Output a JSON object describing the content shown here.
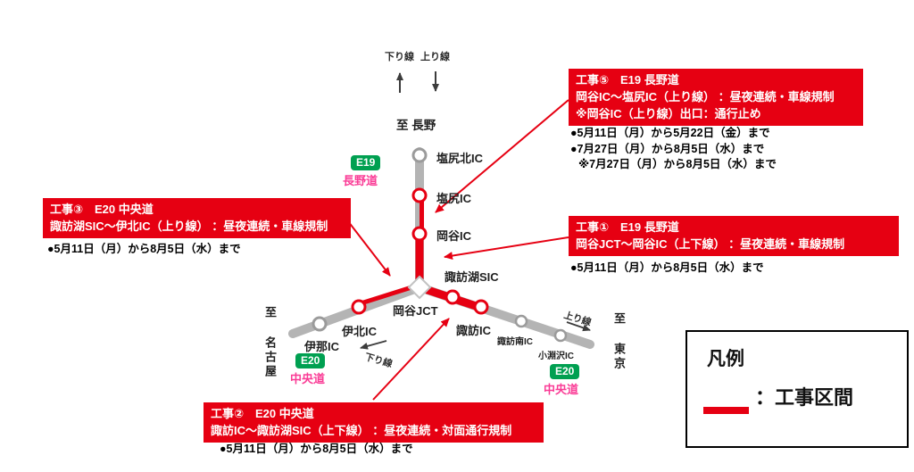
{
  "colors": {
    "construction_red": "#e60012",
    "road_gray": "#b4b4b4",
    "route_badge_green": "#00a051",
    "route_name_pink": "#fa3c96"
  },
  "top": {
    "down_line": "下り線",
    "up_line": "上り線",
    "to_nagano": "至 長野"
  },
  "routes": {
    "e19": {
      "badge": "E19",
      "name": "長野道"
    },
    "e20": {
      "badge": "E20",
      "name": "中央道"
    }
  },
  "ics": {
    "shiojiri_kita": "塩尻北IC",
    "shiojiri": "塩尻IC",
    "okaya": "岡谷IC",
    "suwako_sic": "諏訪湖SIC",
    "okaya_jct": "岡谷JCT",
    "ihoku": "伊北IC",
    "ina": "伊那IC",
    "suwa": "諏訪IC",
    "suwa_minami": "諏訪南IC",
    "kobuchizawa": "小淵沢IC"
  },
  "directions": {
    "to_nagoya": "至 名古屋",
    "to_tokyo": "至 東京",
    "west_down": "下り線",
    "east_up": "上り線"
  },
  "callouts": {
    "c5": {
      "title": "工事⑤　E19 長野道",
      "line2": "岡谷IC～塩尻IC（上り線） ：昼夜連続・車線規制",
      "line3": "※岡谷IC（上り線）出口：通行止め",
      "bullets": [
        "●5月11日（月）から5月22日（金）まで",
        "●7月27日（月）から8月5日（水）まで",
        "※7月27日（月）から8月5日（水）まで"
      ]
    },
    "c3": {
      "title": "工事③　E20 中央道",
      "line2": "諏訪湖SIC～伊北IC（上り線） ：昼夜連続・車線規制",
      "bullet": "●5月11日（月）から8月5日（水）まで"
    },
    "c1": {
      "title": "工事①　E19 長野道",
      "line2": "岡谷JCT～岡谷IC（上下線） ：昼夜連続・車線規制",
      "bullet": "●5月11日（月）から8月5日（水）まで"
    },
    "c2": {
      "title": "工事②　E20 中央道",
      "line2": "諏訪IC～諏訪湖SIC（上下線） ：昼夜連続・対面通行規制",
      "bullet": "●5月11日（月）から8月5日（水）まで"
    }
  },
  "legend": {
    "title": "凡例",
    "label": "：工事区間"
  }
}
